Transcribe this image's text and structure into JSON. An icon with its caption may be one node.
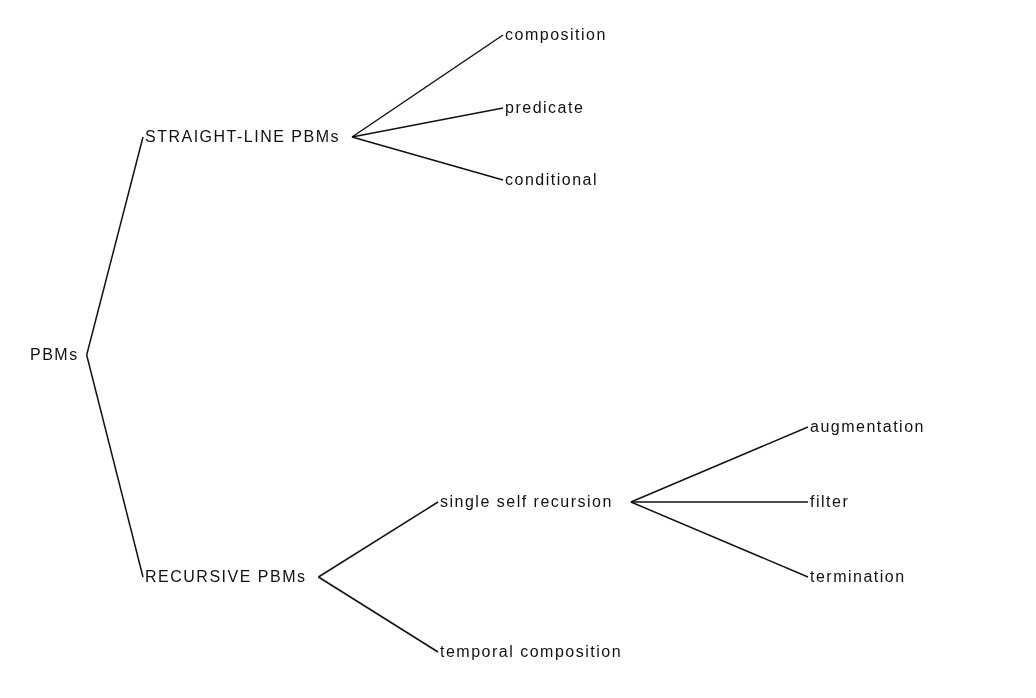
{
  "diagram": {
    "nodes": [
      {
        "text": [
          "PBMs"
        ]
      },
      {
        "text": [
          "STRAIGHT-LINE PBMs"
        ]
      },
      {
        "text": [
          "composition"
        ]
      },
      {
        "text": [
          "predicate"
        ]
      },
      {
        "text": [
          "conditional"
        ]
      },
      {
        "text": [
          "RECURSIVE PBMs"
        ]
      },
      {
        "text": [
          "single self recursion"
        ]
      },
      {
        "text": [
          "augmentation"
        ]
      },
      {
        "text": [
          "filter"
        ]
      },
      {
        "text": [
          "termination"
        ]
      },
      {
        "text": [
          "temporal composition"
        ]
      }
    ],
    "edges": [
      {
        "from": 0,
        "to": 1,
        "arrow": "none"
      },
      {
        "from": 0,
        "to": 5,
        "arrow": "none"
      },
      {
        "from": 1,
        "to": 2,
        "arrow": "none"
      },
      {
        "from": 1,
        "to": 3,
        "arrow": "none"
      },
      {
        "from": 1,
        "to": 4,
        "arrow": "none"
      },
      {
        "from": 5,
        "to": 6,
        "arrow": "none"
      },
      {
        "from": 5,
        "to": 10,
        "arrow": "none"
      },
      {
        "from": 6,
        "to": 7,
        "arrow": "none"
      },
      {
        "from": 6,
        "to": 8,
        "arrow": "none"
      },
      {
        "from": 6,
        "to": 9,
        "arrow": "none"
      }
    ]
  }
}
